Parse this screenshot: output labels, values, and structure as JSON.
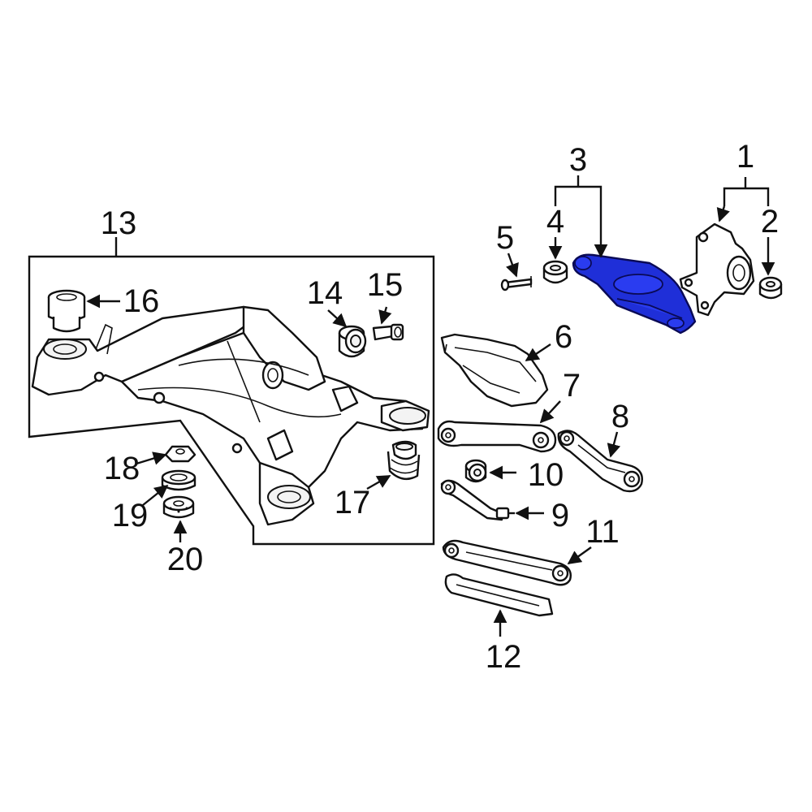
{
  "highlight_color": "#1f2fd8",
  "callouts": {
    "c1": "1",
    "c2": "2",
    "c3": "3",
    "c4": "4",
    "c5": "5",
    "c6": "6",
    "c7": "7",
    "c8": "8",
    "c9": "9",
    "c10": "10",
    "c11": "11",
    "c12": "12",
    "c13": "13",
    "c14": "14",
    "c15": "15",
    "c16": "16",
    "c17": "17",
    "c18": "18",
    "c19": "19",
    "c20": "20"
  }
}
